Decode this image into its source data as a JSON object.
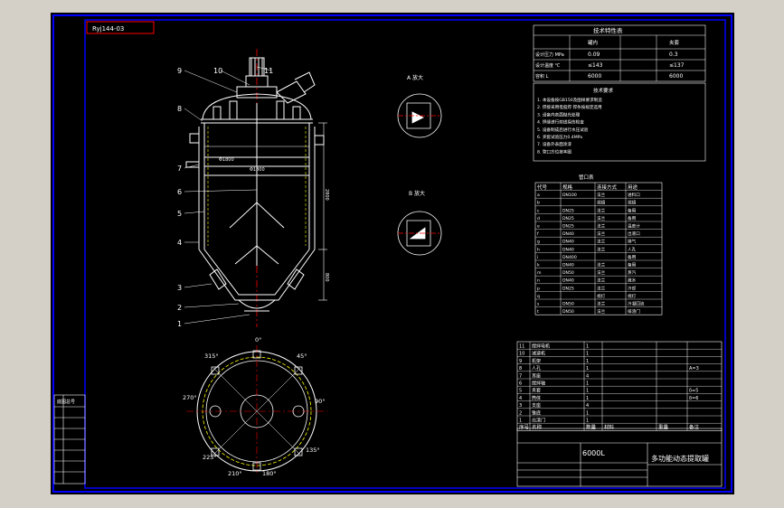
{
  "drawing": {
    "title_tag": "Ryj144-03",
    "volume_label": "6000L",
    "product_name": "多功能动态提取罐",
    "drawing_no": "6000L",
    "colors": {
      "background": "#000000",
      "frame": "#0000ff",
      "line": "#ffffff",
      "centerline": "#ff0000",
      "hidden": "#ffff00",
      "window": "#d4d0c8"
    }
  },
  "views": {
    "section_a": "A 放大",
    "section_b": "B 放大"
  },
  "angles": [
    "0°",
    "45°",
    "90°",
    "135°",
    "180°",
    "210°",
    "225°",
    "270°",
    "315°"
  ],
  "part_callouts": [
    "9",
    "10",
    "11",
    "8",
    "7",
    "6",
    "5",
    "4",
    "3",
    "2",
    "1"
  ],
  "dimensions": {
    "d1": "Φ1800",
    "d2": "Φ1800",
    "height": "2800",
    "cone": "800"
  },
  "tech_table": {
    "title": "技术特性表",
    "headers": [
      "",
      "罐内",
      "夹套"
    ],
    "rows": [
      {
        "label": "设计压力 MPa",
        "v1": "0.09",
        "v2": "0.3"
      },
      {
        "label": "设计温度 ℃",
        "v1": "≤143",
        "v2": "≤137"
      },
      {
        "label": "容积 L",
        "v1": "6000",
        "v2": "6000"
      }
    ]
  },
  "tech_notes": {
    "title": "技术要求",
    "lines": [
      "1. 本设备按GB150及图样要求制造",
      "2. 焊接采用电弧焊 焊条按规定选用",
      "3. 设备内表面抛光处理",
      "4. 焊缝进行射线探伤检查",
      "5. 设备制成后进行水压试验",
      "6. 夹套试验压力0.4MPa",
      "7. 设备外表面涂漆",
      "8. 管口方位按本图"
    ]
  },
  "nozzle_table": {
    "title": "管口表",
    "headers": [
      "代号",
      "规格",
      "连接方式",
      "用途"
    ],
    "rows": [
      [
        "a",
        "DN100",
        "法兰",
        "进料口"
      ],
      [
        "b",
        "",
        "视镜",
        "视镜"
      ],
      [
        "c",
        "DN25",
        "法兰",
        "备用"
      ],
      [
        "d",
        "DN25",
        "法兰",
        "备用"
      ],
      [
        "e",
        "DN25",
        "法兰",
        "温度计"
      ],
      [
        "f",
        "DN40",
        "法兰",
        "出液口"
      ],
      [
        "g",
        "DN40",
        "法兰",
        "排气"
      ],
      [
        "h",
        "DN40",
        "法兰",
        "人孔"
      ],
      [
        "i",
        "DN400",
        "",
        "备用"
      ],
      [
        "k",
        "DN40",
        "法兰",
        "备用"
      ],
      [
        "m",
        "DN50",
        "法兰",
        "蒸汽"
      ],
      [
        "n",
        "DN40",
        "法兰",
        "疏水"
      ],
      [
        "p",
        "DN25",
        "法兰",
        "冷却"
      ],
      [
        "q",
        "",
        "视灯",
        "视灯"
      ],
      [
        "s",
        "DN50",
        "法兰",
        "冷凝回流"
      ],
      [
        "t",
        "DN50",
        "法兰",
        "排渣门"
      ]
    ]
  },
  "parts_list": {
    "rows": [
      [
        "11",
        "搅拌电机",
        "1",
        "",
        "",
        ""
      ],
      [
        "10",
        "减速机",
        "1",
        "",
        "",
        ""
      ],
      [
        "9",
        "机架",
        "1",
        "",
        "",
        ""
      ],
      [
        "8",
        "人孔",
        "1",
        "",
        "",
        "A=3"
      ],
      [
        "7",
        "耳座",
        "4",
        "",
        "",
        ""
      ],
      [
        "6",
        "搅拌轴",
        "1",
        "",
        "",
        ""
      ],
      [
        "5",
        "夹套",
        "1",
        "",
        "",
        "δ=5"
      ],
      [
        "4",
        "筒体",
        "1",
        "",
        "",
        "δ=6"
      ],
      [
        "3",
        "支座",
        "4",
        "",
        "",
        ""
      ],
      [
        "2",
        "锥底",
        "1",
        "",
        "",
        ""
      ],
      [
        "1",
        "出渣门",
        "1",
        "",
        "",
        ""
      ]
    ],
    "headers": [
      "序号",
      "名称",
      "数量",
      "材料",
      "重量",
      "备注"
    ]
  },
  "left_table": {
    "rows": [
      "底图总号",
      "",
      "",
      "",
      "",
      "",
      "",
      ""
    ]
  }
}
